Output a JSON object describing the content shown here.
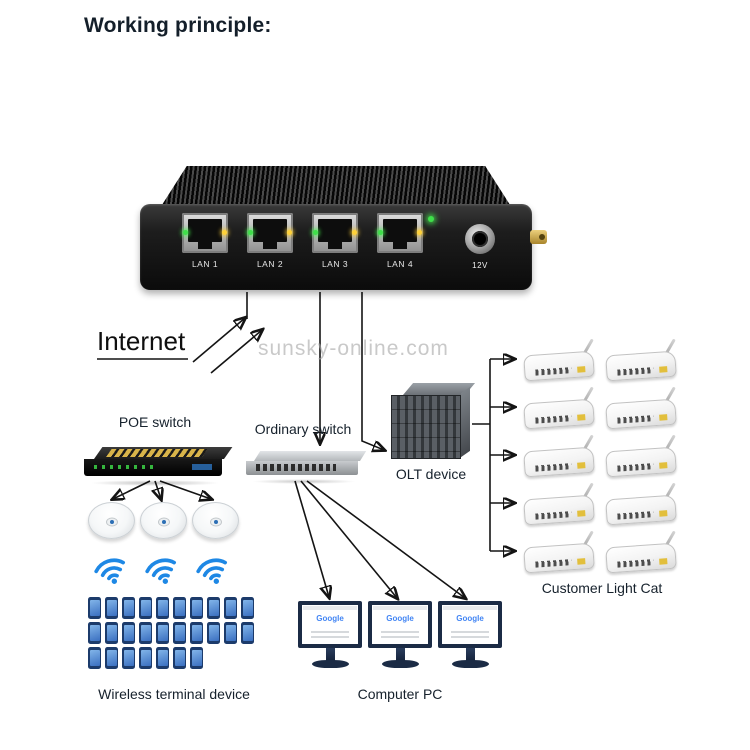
{
  "title": "Working principle:",
  "watermark": "sunsky-online.com",
  "device": {
    "port_labels": [
      "LAN 1",
      "LAN 2",
      "LAN 3",
      "LAN 4"
    ],
    "power_label": "12V"
  },
  "labels": {
    "internet": "Internet",
    "poe_switch": "POE switch",
    "ordinary_switch": "Ordinary switch",
    "olt_device": "OLT device",
    "customer_light_cat": "Customer Light Cat",
    "wireless_terminal": "Wireless terminal device",
    "computer_pc": "Computer PC"
  },
  "monitor": {
    "screen_text": "Google"
  },
  "counts": {
    "routers": 10,
    "access_points": 3,
    "wifi_icons": 3,
    "phones": 27,
    "monitors": 3
  },
  "colors": {
    "wifi_blue": "#1e88e5",
    "led_green": "#3fe04a",
    "led_yellow": "#ffd23a",
    "gold_ports": "#d9b54a",
    "watermark_gray": "#a6a6a6",
    "line_black": "#141414"
  }
}
